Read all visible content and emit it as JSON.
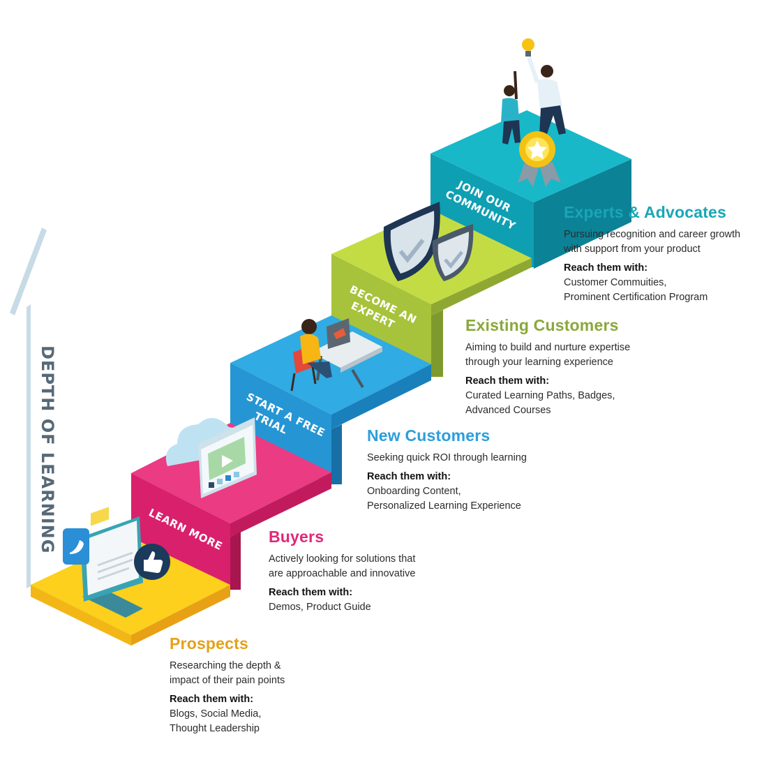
{
  "axis_label": "DEPTH OF LEARNING",
  "steps": [
    {
      "label_lines": [
        "LEARN MORE"
      ]
    },
    {
      "label_lines": [
        "START A FREE",
        "TRIAL"
      ]
    },
    {
      "label_lines": [
        "BECOME AN",
        "EXPERT"
      ]
    },
    {
      "label_lines": [
        "JOIN OUR",
        "COMMUNITY"
      ]
    }
  ],
  "tiers": [
    {
      "heading": "Prospects",
      "description": "Researching the depth &\nimpact of their pain points",
      "reach_label": "Reach them with:",
      "reach_items": "Blogs, Social Media,\nThought Leadership",
      "color": "#e3a21a"
    },
    {
      "heading": "Buyers",
      "description": "Actively looking for solutions that\nare approachable and innovative",
      "reach_label": "Reach them with:",
      "reach_items": "Demos, Product Guide",
      "color": "#e0287a"
    },
    {
      "heading": "New Customers",
      "description": "Seeking quick ROI through learning",
      "reach_label": "Reach them with:",
      "reach_items": "Onboarding Content,\nPersonalized Learning Experience",
      "color": "#2a9fdc"
    },
    {
      "heading": "Existing Customers",
      "description": "Aiming to build and nurture expertise\nthrough your learning experience",
      "reach_label": "Reach them with:",
      "reach_items": "Curated Learning Paths, Badges,\nAdvanced Courses",
      "color": "#8aa83a"
    },
    {
      "heading": "Experts & Advocates",
      "description": "Pursuing recognition and career growth\nwith support from your product",
      "reach_label": "Reach them with:",
      "reach_items": "Customer Commuities,\nProminent Certification Program",
      "color": "#1aa6b7"
    }
  ],
  "colors": {
    "yellow": "#f9c91a",
    "pink": "#e52e76",
    "blue": "#2aa3de",
    "green": "#b2cf3a",
    "teal": "#13b0c0",
    "axis": "#c7dbe6"
  }
}
